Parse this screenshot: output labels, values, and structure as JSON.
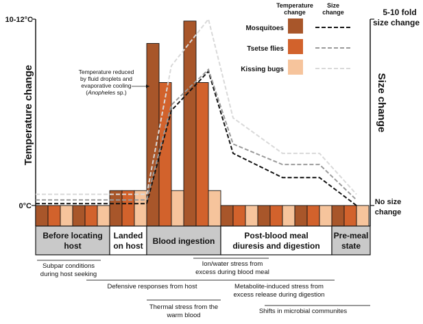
{
  "chart_data": {
    "type": "bar",
    "y_axis_left": {
      "label": "Temperature change",
      "top_tick": "10-12°C",
      "bottom_tick": "0°C"
    },
    "y_axis_right": {
      "label": "Size change",
      "top_tick_line1": "5-10 fold",
      "top_tick_line2": "size change",
      "bottom_tick_line1": "No size",
      "bottom_tick_line2": "change"
    },
    "legend": {
      "header_temp_line1": "Temperature",
      "header_temp_line2": "change",
      "header_size_line1": "Size",
      "header_size_line2": "change",
      "placement": "top-right",
      "items": [
        {
          "name": "Mosquitoes",
          "fill": "#a8562a",
          "line": "#111111",
          "dash": "6,3"
        },
        {
          "name": "Tsetse flies",
          "fill": "#d2622c",
          "line": "#999999",
          "dash": "6,3"
        },
        {
          "name": "Kissing bugs",
          "fill": "#f6c49c",
          "line": "#d9d9d9",
          "dash": "6,3"
        }
      ]
    },
    "series_order": [
      "Mosquitoes",
      "Tsetse flies",
      "Kissing bugs"
    ],
    "temp_scale": {
      "min": 0,
      "max": 100
    },
    "size_scale": {
      "min": 0,
      "max": 100
    },
    "bars": [
      {
        "group": 0,
        "series": 0,
        "value": 0
      },
      {
        "group": 0,
        "series": 1,
        "value": 0
      },
      {
        "group": 0,
        "series": 2,
        "value": 0
      },
      {
        "group": 0,
        "series": 0,
        "value": 0
      },
      {
        "group": 0,
        "series": 1,
        "value": 0
      },
      {
        "group": 0,
        "series": 2,
        "value": 0
      },
      {
        "group": 1,
        "series": 0,
        "value": 8
      },
      {
        "group": 1,
        "series": 1,
        "value": 8
      },
      {
        "group": 1,
        "series": 2,
        "value": 8
      },
      {
        "group": 2,
        "series": 0,
        "value": 87
      },
      {
        "group": 2,
        "series": 1,
        "value": 66
      },
      {
        "group": 2,
        "series": 2,
        "value": 8
      },
      {
        "group": 2,
        "series": 0,
        "value": 99
      },
      {
        "group": 2,
        "series": 1,
        "value": 66
      },
      {
        "group": 2,
        "series": 2,
        "value": 8
      },
      {
        "group": 3,
        "series": 0,
        "value": 0
      },
      {
        "group": 3,
        "series": 1,
        "value": 0
      },
      {
        "group": 3,
        "series": 2,
        "value": 0
      },
      {
        "group": 3,
        "series": 0,
        "value": 0
      },
      {
        "group": 3,
        "series": 1,
        "value": 0
      },
      {
        "group": 3,
        "series": 2,
        "value": 0
      },
      {
        "group": 3,
        "series": 0,
        "value": 0
      },
      {
        "group": 3,
        "series": 1,
        "value": 0
      },
      {
        "group": 3,
        "series": 2,
        "value": 0
      },
      {
        "group": 4,
        "series": 0,
        "value": 0
      },
      {
        "group": 4,
        "series": 1,
        "value": 0
      },
      {
        "group": 4,
        "series": 2,
        "value": 0
      }
    ],
    "size_lines": [
      {
        "series": "Mosquitoes",
        "color": "#111111",
        "points": [
          [
            0,
            1
          ],
          [
            6,
            1
          ],
          [
            9,
            1
          ],
          [
            11,
            51
          ],
          [
            14,
            72
          ],
          [
            16,
            28
          ],
          [
            20,
            15
          ],
          [
            23,
            15
          ],
          [
            26,
            0
          ]
        ]
      },
      {
        "series": "Tsetse flies",
        "color": "#999999",
        "points": [
          [
            0,
            3
          ],
          [
            6,
            3
          ],
          [
            9,
            3
          ],
          [
            11,
            54
          ],
          [
            14,
            73
          ],
          [
            16,
            33
          ],
          [
            20,
            22
          ],
          [
            23,
            22
          ],
          [
            26,
            3
          ]
        ]
      },
      {
        "series": "Kissing bugs",
        "color": "#d9d9d9",
        "points": [
          [
            0,
            6
          ],
          [
            6,
            6
          ],
          [
            9,
            6
          ],
          [
            11,
            75
          ],
          [
            14,
            100
          ],
          [
            16,
            47
          ],
          [
            20,
            28
          ],
          [
            23,
            28
          ],
          [
            26,
            6
          ]
        ]
      }
    ],
    "annotation": {
      "line1": "Temperature reduced",
      "line2": "by fluid droplets and",
      "line3": "evaporative cooling",
      "line4_open": "(",
      "line4_species": "Anopheles",
      "line4_close": " sp.)"
    },
    "phases": [
      {
        "line1": "Before locating",
        "line2": "host",
        "shaded": true
      },
      {
        "line1": "Landed",
        "line2": "on host",
        "shaded": false
      },
      {
        "line1": "Blood ingestion",
        "line2": "",
        "shaded": true
      },
      {
        "line1": "Post-blood meal",
        "line2": "diuresis and digestion",
        "shaded": false
      },
      {
        "line1": "Pre-meal",
        "line2": "state",
        "shaded": true
      }
    ],
    "stresses": [
      {
        "line1": "Subpar conditions",
        "line2": "during host seeking"
      },
      {
        "line1": "Defensive responses from host",
        "line2": ""
      },
      {
        "line1": "Thermal stress from the",
        "line2": "warm blood"
      },
      {
        "line1": "Ion/water stress from",
        "line2": "excess during blood meal"
      },
      {
        "line1": "Metabolite-induced stress from",
        "line2": "excess release during digestion"
      },
      {
        "line1": "Shifts in microbial communites",
        "line2": ""
      }
    ]
  }
}
